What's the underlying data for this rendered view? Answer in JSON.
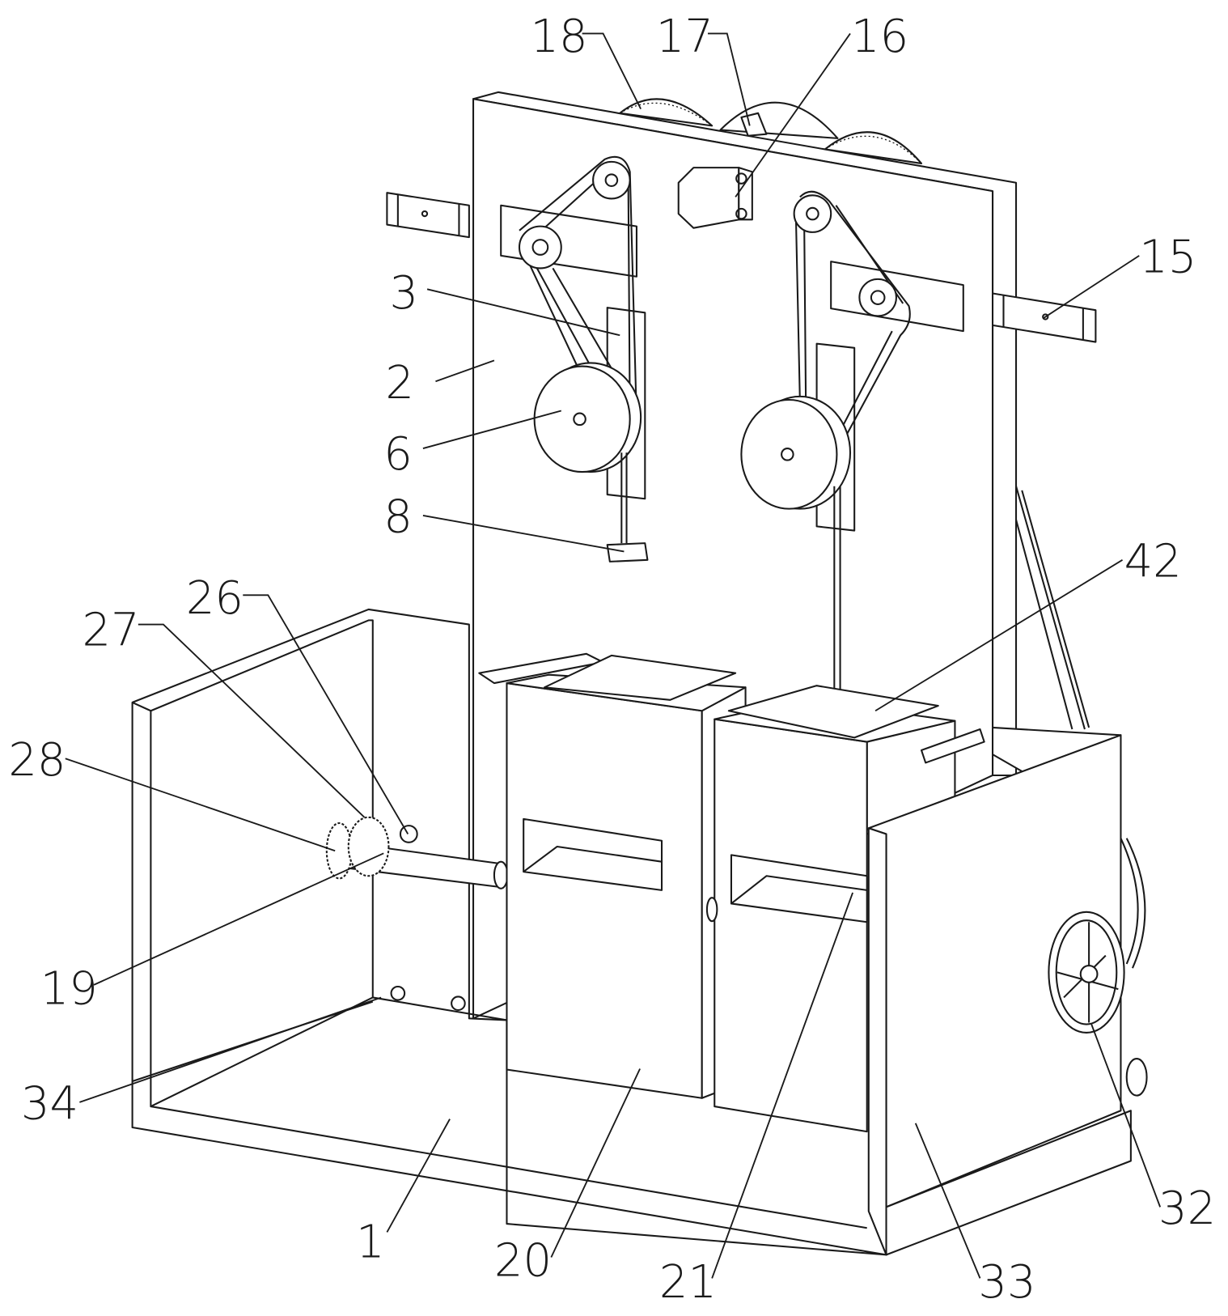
{
  "figure": {
    "labels": {
      "l18": "18",
      "l17": "17",
      "l16": "16",
      "l15": "15",
      "l3": "3",
      "l2": "2",
      "l6": "6",
      "l8": "8",
      "l42": "42",
      "l26": "26",
      "l27": "27",
      "l28": "28",
      "l19": "19",
      "l34": "34",
      "l1": "1",
      "l20": "20",
      "l21": "21",
      "l33": "33",
      "l32": "32"
    }
  }
}
